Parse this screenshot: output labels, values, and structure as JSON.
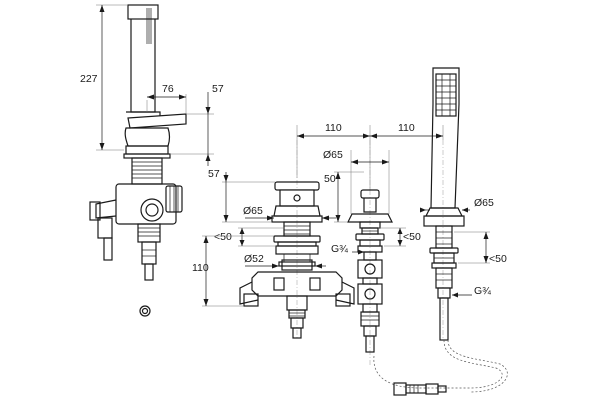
{
  "diagram": {
    "hand_shower_height": "227",
    "lever_offset": "76",
    "lever_projection": "57",
    "spacing_left": "110",
    "spacing_right": "110",
    "mixer_height_from_deck": "57",
    "mixer_body_diameter": "Ø65",
    "mixer_deck_thickness": "<50",
    "mixer_base_diameter": "Ø52",
    "mixer_valve_depth": "110",
    "valve_diameter": "Ø65",
    "valve_height": "50",
    "valve_thread": "G¾",
    "valve_deck_thickness": "<50",
    "shower_diameter": "Ø65",
    "shower_deck_thickness": "<50",
    "shower_thread": "G¾"
  }
}
